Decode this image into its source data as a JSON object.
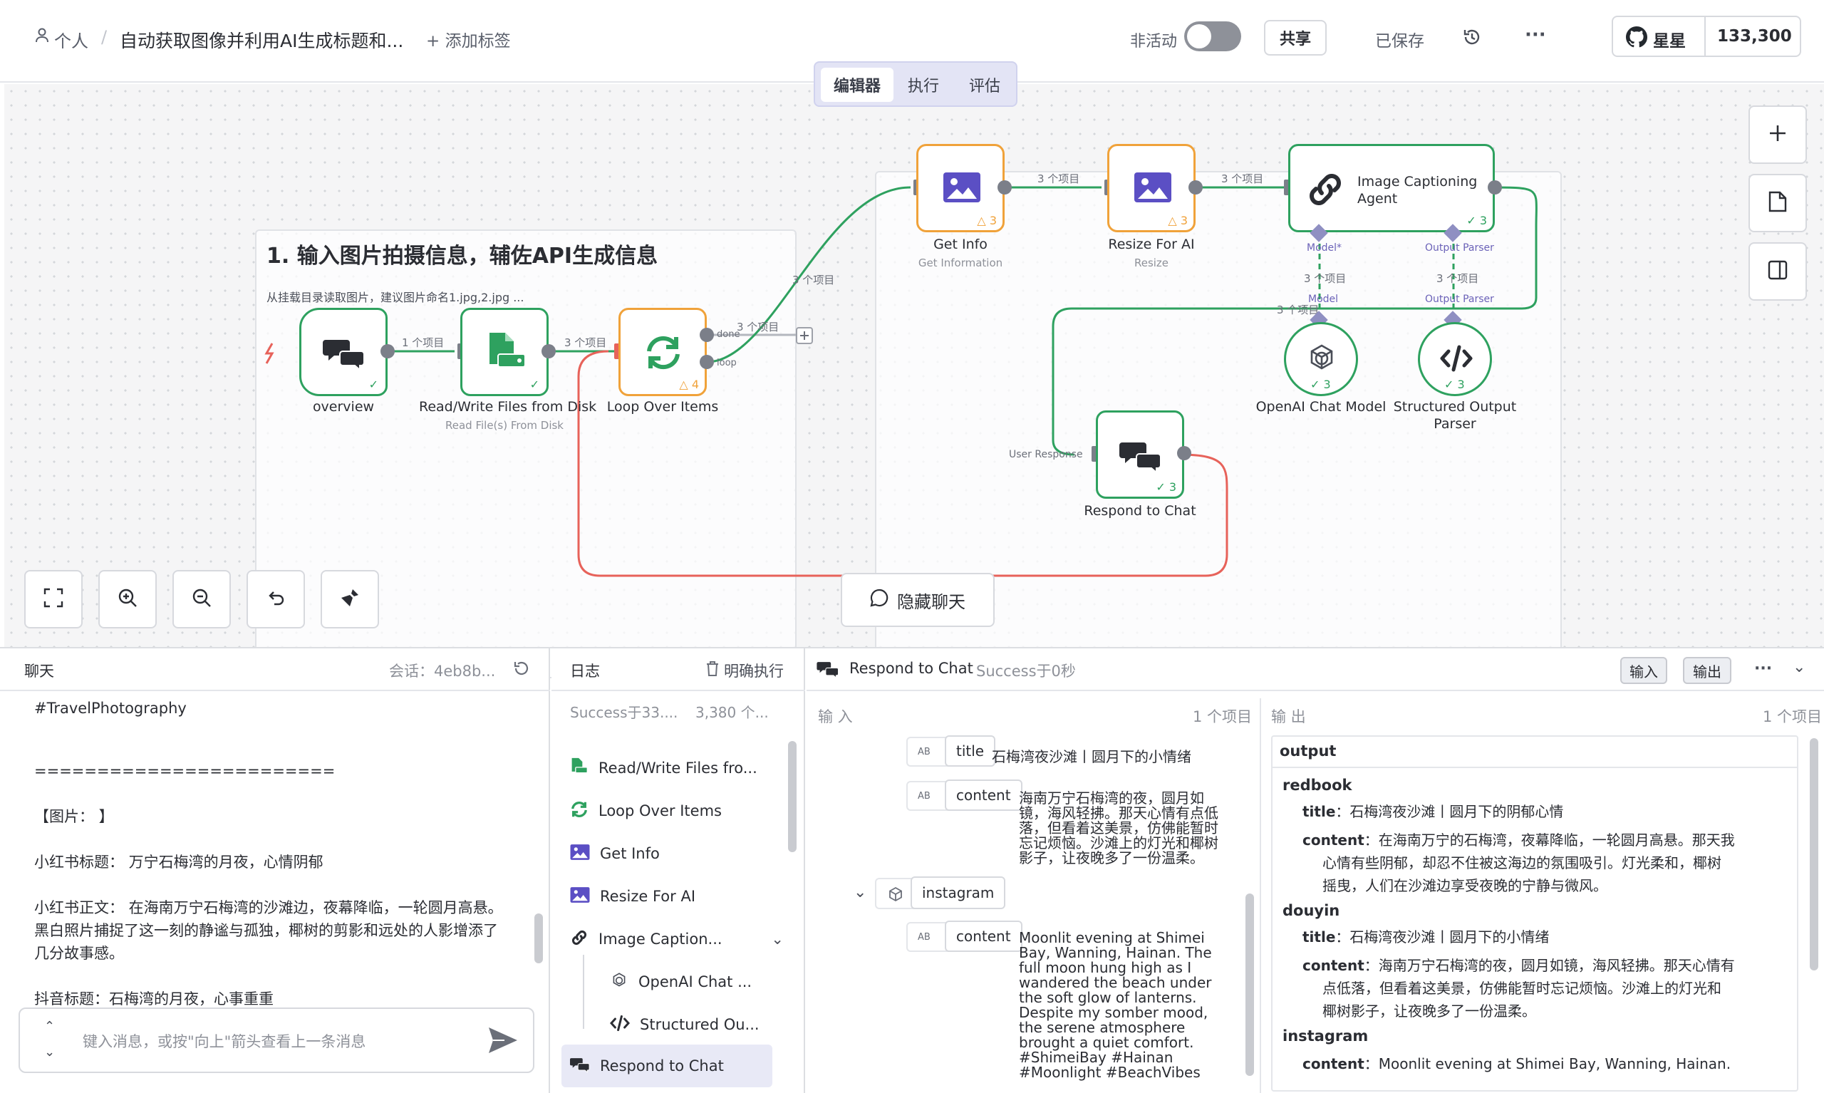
{
  "header": {
    "breadcrumb_owner": "个人",
    "workflow_title": "自动获取图像并利用AI生成标题和...",
    "add_tag": "+ 添加标签",
    "inactive_label": "非活动",
    "share_label": "共享",
    "saved_label": "已保存",
    "more_label": "···",
    "github_label": "星星",
    "github_count": "133,300"
  },
  "tabs": [
    {
      "label": "编辑器",
      "active": true
    },
    {
      "label": "执行",
      "active": false
    },
    {
      "label": "评估",
      "active": false
    }
  ],
  "sticky": {
    "title": "1. 输入图片拍摄信息，辅佐API生成信息",
    "desc": "从挂载目录读取图片，建议图片命名1.jpg,2.jpg ..."
  },
  "nodes": {
    "overview": {
      "label": "overview"
    },
    "readwrite": {
      "label": "Read/Write Files from Disk",
      "sub": "Read File(s) From Disk"
    },
    "loop": {
      "label": "Loop Over Items",
      "badge": "4",
      "done": "done",
      "loop": "loop"
    },
    "getinfo": {
      "label": "Get Info",
      "sub": "Get Information",
      "badge": "3"
    },
    "resize": {
      "label": "Resize For AI",
      "sub": "Resize",
      "badge": "3"
    },
    "agent": {
      "label": "Image Captioning Agent",
      "badge": "3",
      "model_port": "Model*",
      "parser_port": "Output Parser"
    },
    "openai": {
      "label": "OpenAI Chat Model",
      "badge": "3",
      "port": "Model"
    },
    "parser": {
      "label_1": "Structured Output",
      "label_2": "Parser",
      "badge": "3",
      "port": "Output Parser"
    },
    "respond": {
      "label": "Respond to Chat",
      "badge": "3",
      "port": "User Response"
    }
  },
  "edges": {
    "e1": "1 个项目",
    "e2": "3 个项目",
    "e3": "3 个项目",
    "e4": "3 个项目",
    "e5": "3 个项目",
    "e6": "3 个项目",
    "e7": "3 个项目",
    "e8": "3 个项目",
    "e9": "3 个项目"
  },
  "canvas": {
    "hide_chat": "隐藏聊天"
  },
  "chat": {
    "title": "聊天",
    "session": "会话：4eb8b...",
    "lines": [
      "#TravelPhotography",
      "========================",
      "【图片：  】",
      "小红书标题：  万宁石梅湾的月夜，心情阴郁",
      "小红书正文：  在海南万宁石梅湾的沙滩边，夜幕降临，一轮圆月高悬。",
      "黑白照片捕捉了这一刻的静谧与孤独，椰树的剪影和远处的人影增添了",
      "几分故事感。",
      "抖音标题：石梅湾的月夜，心事重重"
    ],
    "input_placeholder": "键入消息，或按\"向上\"箭头查看上一条消息"
  },
  "logs": {
    "title": "日志",
    "clear": "明确执行",
    "summary_left": "Success于33....",
    "summary_right": "3,380 个...",
    "items": [
      "Read/Write Files fro...",
      "Loop Over Items",
      "Get Info",
      "Resize For AI",
      "Image Caption...",
      "OpenAI Chat ...",
      "Structured Ou...",
      "Respond to Chat"
    ]
  },
  "detail": {
    "node_name": "Respond to Chat",
    "status": "Success于0秒",
    "input_btn": "输入",
    "output_btn": "输出",
    "input_title": "输 入",
    "input_count": "1 个项目",
    "output_title": "输 出",
    "output_count": "1 个项目",
    "ab": "AB",
    "input_rows": {
      "title_key": "title",
      "title_val": "石梅湾夜沙滩丨圆月下的小情绪",
      "content_key": "content",
      "content_val": [
        "海南万宁石梅湾的夜，圆月如",
        "镜，海风轻拂。那天心情有点低",
        "落，但看着这美景，仿佛能暂时",
        "忘记烦恼。沙滩上的灯光和椰树",
        "影子，让夜晚多了一份温柔。"
      ],
      "instagram_key": "instagram",
      "ig_content_key": "content",
      "ig_content_val": [
        "Moonlit evening at Shimei",
        "Bay, Wanning, Hainan. The",
        "full moon hung high as I",
        "wandered the beach under",
        "the soft glow of lanterns.",
        "Despite my somber mood,",
        "the serene atmosphere",
        "brought a quiet comfort.",
        "#ShimeiBay #Hainan",
        "#Moonlight #BeachVibes"
      ]
    },
    "output": {
      "root": "output",
      "redbook": "redbook",
      "rb_title_key": "title",
      "rb_title_val": "：石梅湾夜沙滩丨圆月下的阴郁心情",
      "rb_content_key": "content",
      "rb_content_lines": [
        "：在海南万宁的石梅湾，夜幕降临，一轮圆月高悬。那天我",
        "心情有些阴郁，却忍不住被这海边的氛围吸引。灯光柔和，椰树",
        "摇曳，人们在沙滩边享受夜晚的宁静与微风。"
      ],
      "douyin": "douyin",
      "dy_title_key": "title",
      "dy_title_val": "：石梅湾夜沙滩丨圆月下的小情绪",
      "dy_content_key": "content",
      "dy_content_lines": [
        "：海南万宁石梅湾的夜，圆月如镜，海风轻拂。那天心情有",
        "点低落，但看着这美景，仿佛能暂时忘记烦恼。沙滩上的灯光和",
        "椰树影子，让夜晚多了一份温柔。"
      ],
      "instagram": "instagram",
      "ig_content_key": "content",
      "ig_content_val": "：Moonlit evening at Shimei Bay, Wanning, Hainan."
    }
  },
  "colors": {
    "green": "#2ea15f",
    "orange": "#f0a23a",
    "red": "#e7625a",
    "purple": "#5b4fc4"
  }
}
